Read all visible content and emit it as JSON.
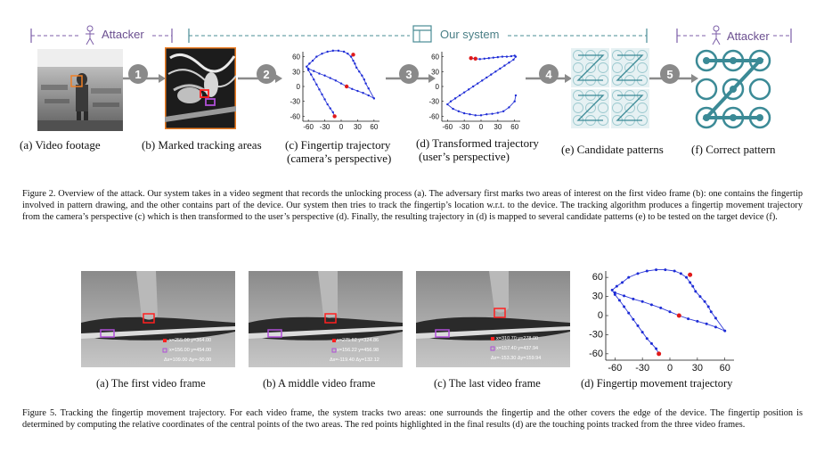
{
  "fig2": {
    "attacker_left": "Attacker",
    "our_system": "Our system",
    "attacker_right": "Attacker",
    "steps": [
      "1",
      "2",
      "3",
      "4",
      "5"
    ],
    "captions": {
      "a": "(a) Video footage",
      "b": "(b) Marked tracking areas",
      "c1": "(c) Fingertip trajectory",
      "c2": "(camera’s perspective)",
      "d1": "(d) Transformed trajectory",
      "d2": "(user’s perspective)",
      "e": "(e) Candidate patterns",
      "f": "(f) Correct pattern"
    },
    "text": "Figure 2.   Overview of the attack. Our system takes in a video segment that records the unlocking process (a). The adversary first marks two areas of interest on the first video frame (b): one contains the fingertip involved in pattern drawing, and the other contains part of the device. Our system then tries to track the fingertip’s location w.r.t. to the device. The tracking algorithm produces a fingertip movement trajectory from the camera’s perspective (c) which is then transformed to the user’s perspective (d). Finally, the resulting trajectory in (d) is mapped to several candidate patterns (e) to be tested on the target device (f)."
  },
  "fig5": {
    "captions": {
      "a": "(a) The first video frame",
      "b": "(b) A middle video frame",
      "c": "(c) The last video frame",
      "d": "(d) Fingertip movement trajectory"
    },
    "overlays": [
      [
        "x=255.00  y=364.00",
        "x=156.00  y=454.00",
        "Δx=109.00  Δy=-90.00"
      ],
      [
        "x=275.62  y=324.86",
        "x=156.22  y=456.98",
        "Δx=-119.40  Δy=132.12"
      ],
      [
        "x=310.70  y=278.00",
        "x=157.40  y=437.94",
        "Δx=-153.30  Δy=159.94"
      ]
    ],
    "text": "Figure 5.   Tracking the fingertip movement trajectory. For each video frame, the system tracks two areas: one surrounds the fingertip and the other covers the edge of the device. The fingertip position is determined by computing the relative coordinates of the central points of the two areas. The red points highlighted in the final results (d) are the touching points tracked from the three video frames."
  },
  "chart_data": [
    {
      "type": "line",
      "x_ticks": [
        "-60",
        "-30",
        "0",
        "30",
        "60"
      ],
      "y_ticks": [
        "60",
        "30",
        "0",
        "-30",
        "-60"
      ],
      "xlim": [
        -70,
        70
      ],
      "ylim": [
        -70,
        70
      ],
      "series": [
        {
          "x": [
            -60,
            -50,
            -40,
            -30,
            -20,
            -10,
            0,
            10,
            20,
            30,
            40,
            50,
            60,
            50,
            45,
            42,
            38,
            33,
            28,
            25,
            22,
            18,
            12,
            5,
            -5,
            -15,
            -25,
            -35,
            -45,
            -52,
            -58,
            -63,
            -60,
            -55,
            -50,
            -45,
            -40,
            -35,
            -30,
            -25,
            -20,
            -15,
            -12
          ],
          "y": [
            36,
            31,
            26,
            22,
            17,
            12,
            6,
            0,
            -5,
            -9,
            -13,
            -18,
            -24,
            -4,
            6,
            14,
            22,
            30,
            38,
            46,
            52,
            60,
            66,
            70,
            72,
            72,
            70,
            66,
            60,
            52,
            46,
            40,
            33,
            24,
            14,
            4,
            -6,
            -16,
            -26,
            -36,
            -44,
            -52,
            -60
          ]
        }
      ],
      "highlight": [
        {
          "x": 10,
          "y": 0
        },
        {
          "x": -12,
          "y": -60
        },
        {
          "x": 22,
          "y": 64
        }
      ]
    },
    {
      "type": "line",
      "x_ticks": [
        "-60",
        "-30",
        "0",
        "30",
        "60"
      ],
      "y_ticks": [
        "60",
        "30",
        "0",
        "-30",
        "-60"
      ],
      "xlim": [
        -70,
        70
      ],
      "ylim": [
        -70,
        70
      ],
      "series": [
        {
          "x": [
            -18,
            -10,
            -2,
            6,
            14,
            22,
            30,
            38,
            46,
            54,
            60,
            62,
            58,
            50,
            42,
            34,
            26,
            18,
            10,
            2,
            -6,
            -14,
            -22,
            -30,
            -38,
            -46,
            -54,
            -60,
            -50,
            -40,
            -30,
            -20,
            -10,
            0,
            10,
            20,
            30,
            40,
            50,
            60,
            62
          ],
          "y": [
            57,
            56,
            55,
            56,
            57,
            58,
            59,
            60,
            60,
            61,
            62,
            60,
            54,
            48,
            42,
            36,
            30,
            24,
            18,
            12,
            6,
            0,
            -6,
            -12,
            -18,
            -24,
            -30,
            -36,
            -45,
            -50,
            -54,
            -56,
            -58,
            -58,
            -56,
            -55,
            -53,
            -50,
            -42,
            -30,
            -18
          ]
        }
      ],
      "highlight": [
        {
          "x": -18,
          "y": 57
        },
        {
          "x": -10,
          "y": 56
        }
      ]
    },
    {
      "type": "line",
      "x_ticks": [
        "-60",
        "-30",
        "0",
        "30",
        "60"
      ],
      "y_ticks": [
        "60",
        "30",
        "0",
        "-30",
        "-60"
      ],
      "xlim": [
        -70,
        70
      ],
      "ylim": [
        -70,
        70
      ],
      "series": [
        {
          "x": [
            -60,
            -50,
            -40,
            -30,
            -20,
            -10,
            0,
            10,
            20,
            30,
            40,
            50,
            60,
            50,
            45,
            42,
            38,
            33,
            28,
            25,
            22,
            18,
            12,
            5,
            -5,
            -15,
            -25,
            -35,
            -45,
            -52,
            -58,
            -63,
            -60,
            -55,
            -50,
            -45,
            -40,
            -35,
            -30,
            -25,
            -20,
            -15,
            -12
          ],
          "y": [
            36,
            31,
            26,
            22,
            17,
            12,
            6,
            0,
            -5,
            -9,
            -13,
            -18,
            -24,
            -4,
            6,
            14,
            22,
            30,
            38,
            46,
            52,
            60,
            66,
            70,
            72,
            72,
            70,
            66,
            60,
            52,
            46,
            40,
            33,
            24,
            14,
            4,
            -6,
            -16,
            -26,
            -36,
            -44,
            -52,
            -60
          ]
        }
      ],
      "highlight": [
        {
          "x": 10,
          "y": 0
        },
        {
          "x": -12,
          "y": -60
        },
        {
          "x": 22,
          "y": 64
        }
      ]
    }
  ]
}
